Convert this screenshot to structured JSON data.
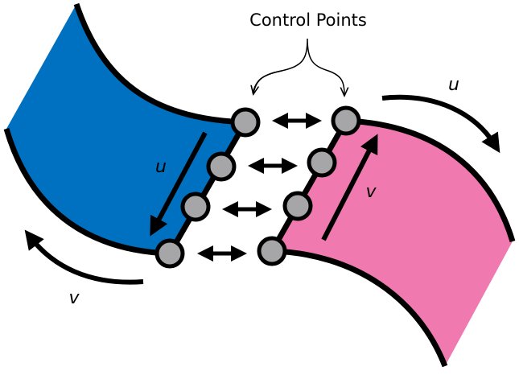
{
  "title_label": "Control Points",
  "labels": {
    "blue_u": "u",
    "blue_v": "v",
    "pink_u": "u",
    "pink_v": "v"
  },
  "colors": {
    "blue_patch": "#0070c0",
    "pink_patch": "#f07ab0",
    "control_point": "#a6a6a8",
    "outline": "#000000"
  }
}
